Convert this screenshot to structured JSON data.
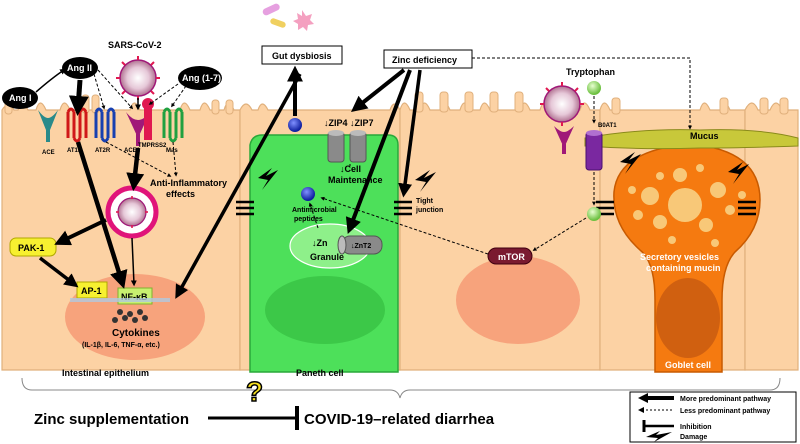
{
  "labels": {
    "sars_cov_2": "SARS-CoV-2",
    "ang_ii": "Ang II",
    "ang_i": "Ang I",
    "ang_1_7": "Ang (1-7)",
    "ace": "ACE",
    "at1r": "AT1R",
    "at2r": "AT2R",
    "ace2": "ACE2",
    "tmprss2": "TMPRSS2",
    "mas": "Mas",
    "anti_inflammatory": "Anti-Inflammatory",
    "effects": "effects",
    "pak1": "PAK-1",
    "ap1": "AP-1",
    "nfkb": "NF-κB",
    "cytokines": "Cytokines",
    "cytokines_list": "(IL-1β, IL-6, TNF-α, etc.)",
    "intestinal_epithelium": "Intestinal epithelium",
    "gut_dysbiosis": "Gut dysbiosis",
    "zinc_deficiency": "Zinc deficiency",
    "zip4_zip7": "↓ZIP4 ↓ZIP7",
    "cell": "↓Cell",
    "maintenance": "Maintenance",
    "antimicrobial": "Antimicrobial",
    "peptides": "peptides",
    "zn": "↓Zn",
    "granule": "Granule",
    "znt2": "↓ZnT2",
    "paneth_cell": "Paneth cell",
    "tight": "Tight",
    "junction": "junction",
    "tryptophan": "Tryptophan",
    "b0at1": "B0AT1",
    "mtor": "mTOR",
    "mucus": "Mucus",
    "secretory_1": "Secretory vesicles",
    "secretory_2": "containing mucin",
    "goblet_cell": "Goblet cell",
    "question": "?",
    "zinc_supplementation": "Zinc supplementation",
    "covid_diarrhea": "COVID-19–related diarrhea"
  },
  "legend": {
    "more": "More predominant pathway",
    "less": "Less predominant pathway",
    "inhibition": "Inhibition",
    "damage": "Damage"
  },
  "colors": {
    "epithelium": "#fcd2a4",
    "epithelium_border": "#e0b07c",
    "paneth": "#4de05a",
    "goblet": "#f57a10",
    "nucleus": "#f7a07a",
    "virus_ring": "#e0147a",
    "mucus": "#c8c83a",
    "pak1": "#f7f030",
    "nfkb": "#c8f070",
    "mtor": "#7a1a30"
  }
}
